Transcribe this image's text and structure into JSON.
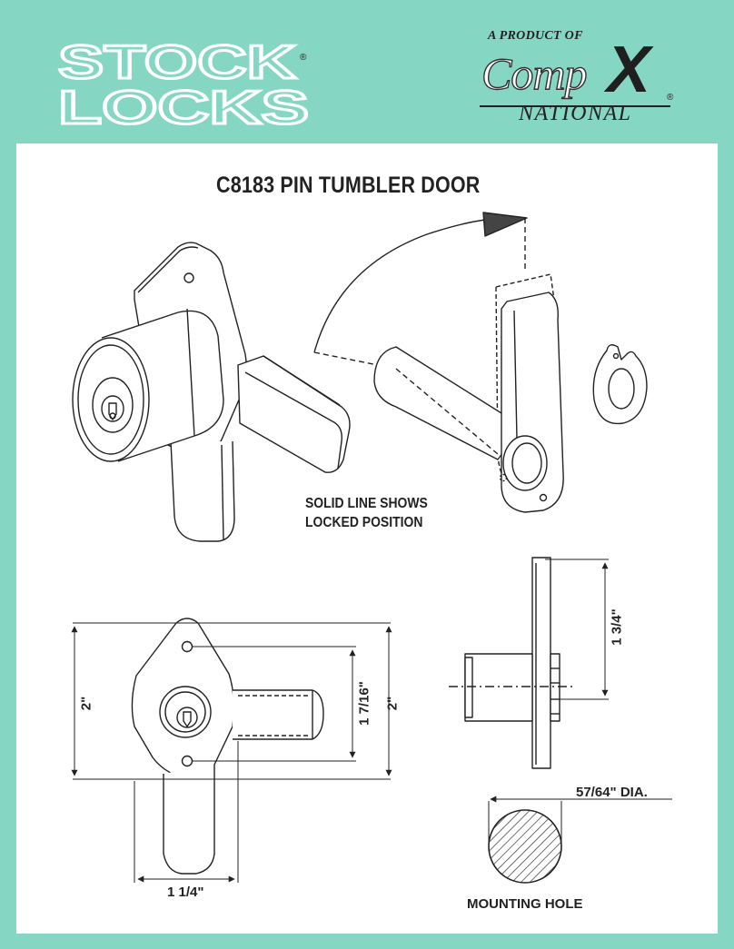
{
  "brand": {
    "line1": "STOCK",
    "line2": "LOCKS",
    "registered": "®",
    "product_of": "A PRODUCT OF",
    "parent_brand_part1": "Comp",
    "parent_brand_part2": "X",
    "parent_brand_sub": "NATIONAL",
    "colors": {
      "background": "#86d6c4",
      "sheet": "#ffffff",
      "ink": "#222222"
    }
  },
  "document": {
    "title": "C8183 PIN TUMBLER DOOR",
    "note_line1": "SOLID LINE  SHOWS",
    "note_line2": "LOCKED POSITION",
    "dimensions": {
      "height_left": "2\"",
      "height_right": "2\"",
      "mount_spacing": "1 7/16\"",
      "width": "1 1/4\"",
      "side_height": "1 3/4\"",
      "hole_dia": "57/64\" DIA."
    },
    "mounting_hole_label": "MOUNTING HOLE"
  }
}
